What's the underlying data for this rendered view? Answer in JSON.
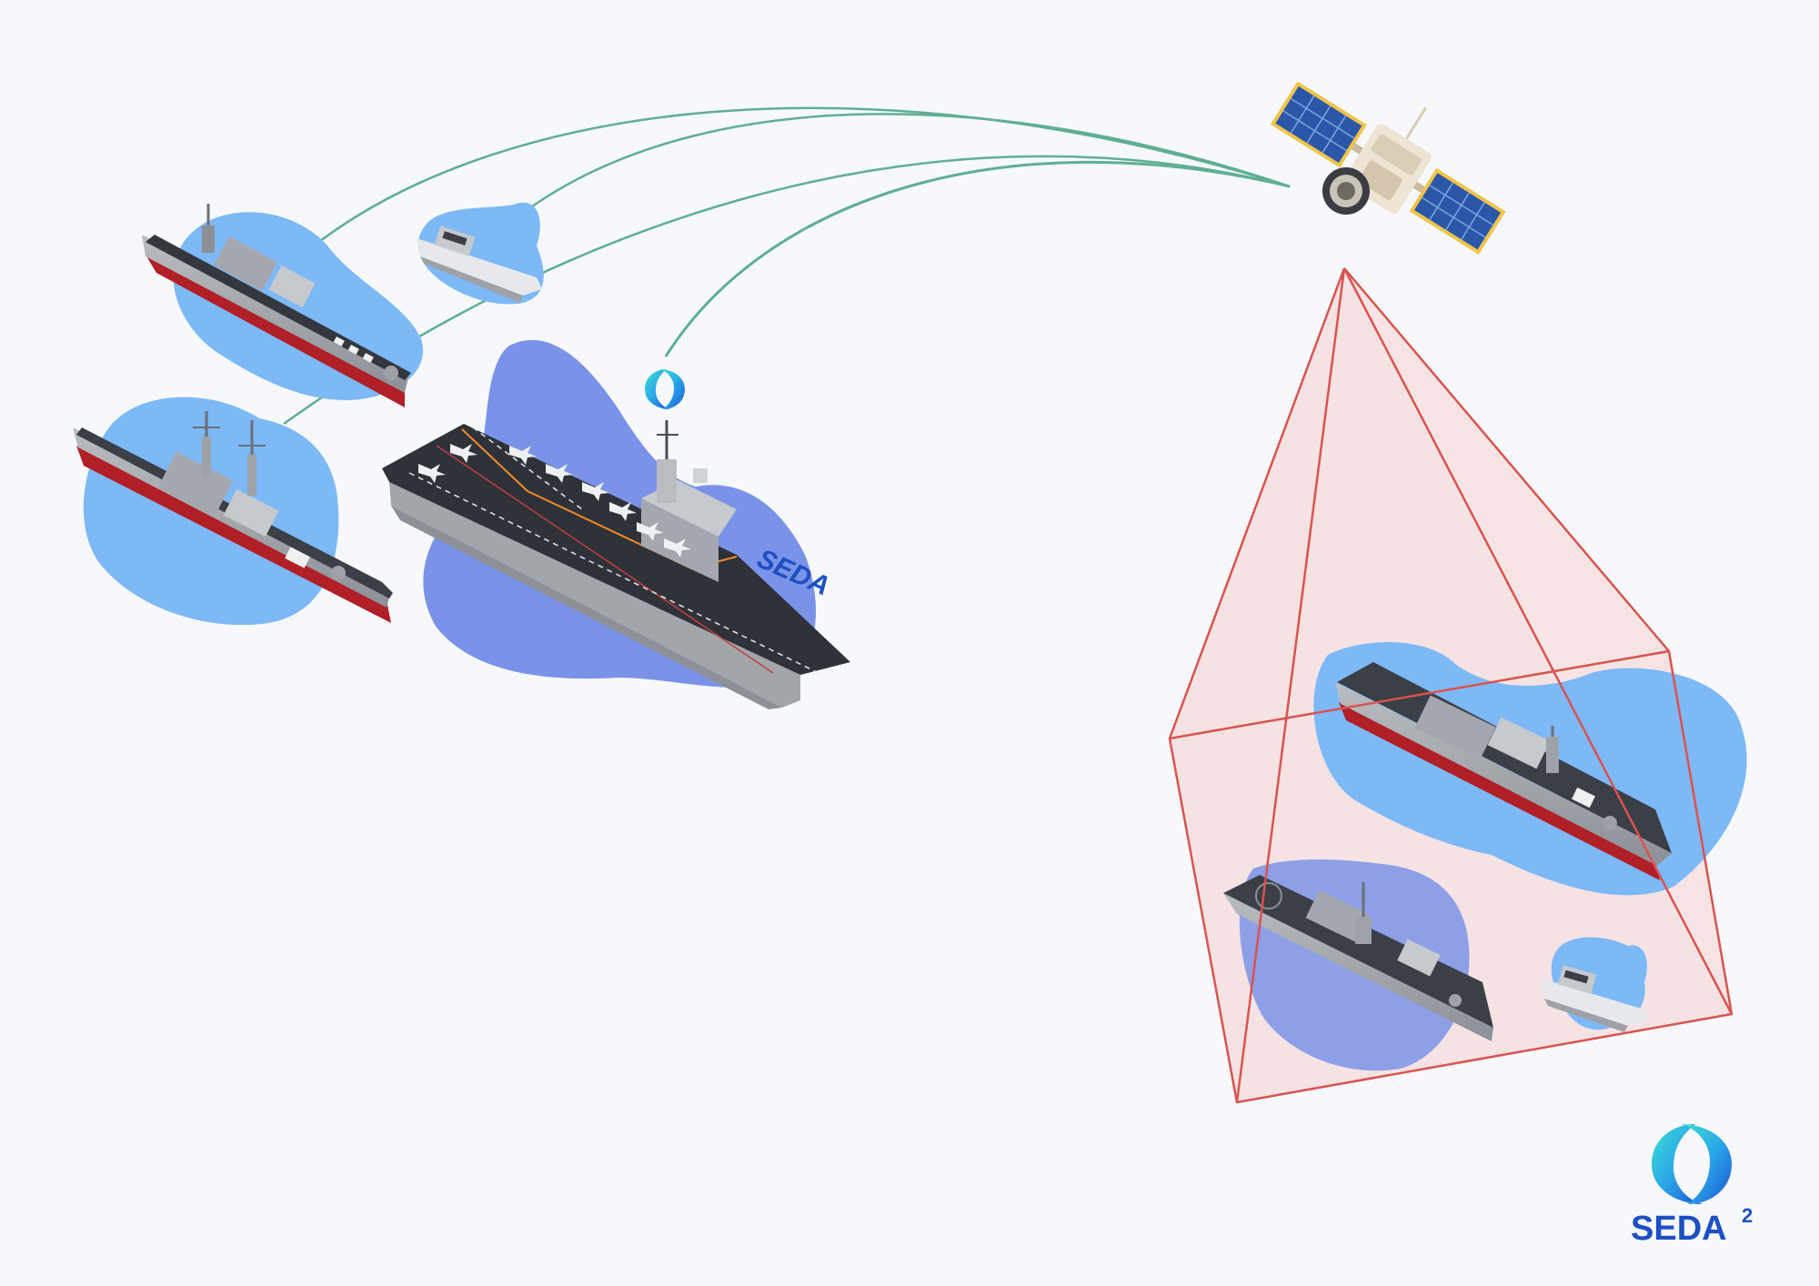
{
  "carrier": {
    "hull_label": "SEDA"
  },
  "logo": {
    "word": "SEDA",
    "superscript": "2"
  },
  "colors": {
    "background": "#f6f8fb",
    "water_light": "#7db8f7",
    "water_deep": "#7a93e8",
    "link_line": "#5fae93",
    "detection_frustum": "#d9534f",
    "frustum_fill": "#f6dede",
    "brand_blue": "#1e4fc4"
  },
  "icons": {
    "satellite": "satellite-icon",
    "carrier": "aircraft-carrier-icon",
    "frigate": "frigate-icon",
    "patrol_boat": "patrol-boat-icon",
    "brand_mark": "seda-logo-icon"
  }
}
